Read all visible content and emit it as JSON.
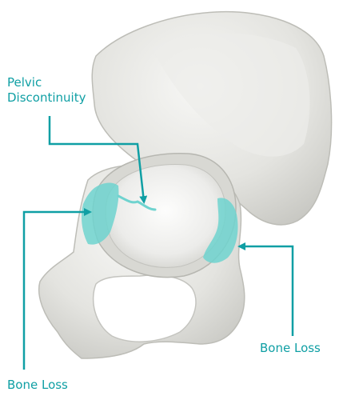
{
  "labels": {
    "pelvic_line1": "Pelvic",
    "pelvic_line2": "Discontinuity",
    "bone_loss_right": "Bone Loss",
    "bone_loss_left": "Bone Loss"
  },
  "colors": {
    "callout": "#0f9fa4",
    "defect_highlight": "#6fd3cf",
    "bone": "#e6e6e2",
    "bone_shadow": "#c9c9c4"
  },
  "icons": {
    "pelvis": "hemipelvis-illustration",
    "arrow": "callout-arrow"
  }
}
